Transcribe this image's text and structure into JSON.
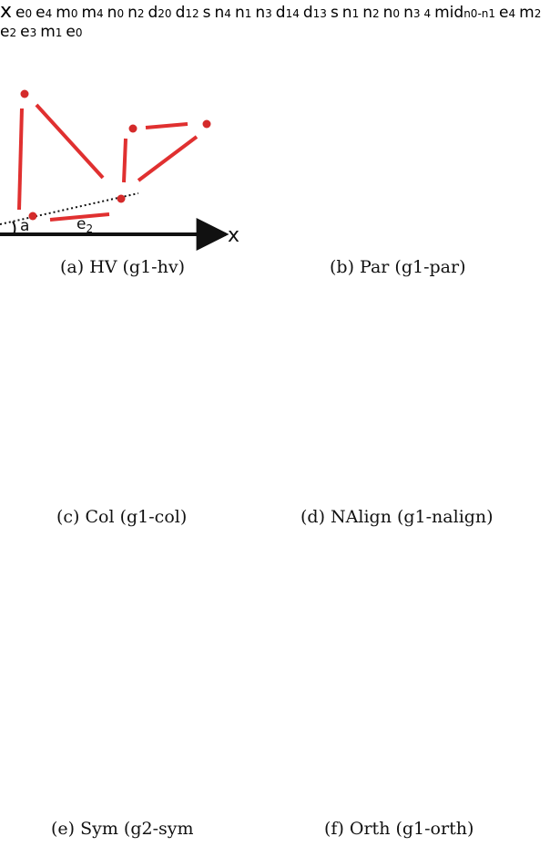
{
  "colors": {
    "edge": "#e03030",
    "node": "#d42a2a",
    "guide": "#111111",
    "caption": "#111111"
  },
  "panels": {
    "a": {
      "caption": "(a)  HV (g1-hv)",
      "axis_label": "x",
      "angle_label": "a",
      "edge_label": "e",
      "edge_sub": "2"
    },
    "b": {
      "caption": "(b)  Par (g1-par)",
      "axis_label": "x",
      "e0_label": "e",
      "e0_sub": "0",
      "e4_label": "e",
      "e4_sub": "4",
      "m0_label": "m",
      "m0_sub": "0",
      "m4_label": "m",
      "m4_sub": "4"
    },
    "c": {
      "caption": "(c)  Col (g1-col)",
      "n0_label": "n",
      "n0_sub": "0",
      "n2_label": "n",
      "n2_sub": "2",
      "d20_label": "d",
      "d20_sub": "20",
      "d12_label": "d",
      "d12_sub": "12",
      "s_label": "s"
    },
    "d": {
      "caption": "(d)  NAlign (g1-nalign)",
      "n4_label": "n",
      "n4_sub": "4",
      "n1_label": "n",
      "n1_sub": "1",
      "n3_label": "n",
      "n3_sub": "3",
      "d14_label": "d",
      "d14_sub": "14",
      "d13_label": "d",
      "d13_sub": "13",
      "s_label": "s"
    },
    "e": {
      "caption": "(e)  Sym (g2-sym",
      "n1_label": "n",
      "n1_sub": "1",
      "n2_label": "n",
      "n2_sub": "2",
      "n0_label": "n",
      "n0_sub": "0",
      "n3_label": "n",
      "n3_sub": "3",
      "n4_label": "4",
      "mid_label": "mid",
      "mid_sub": "n0-n1"
    },
    "f": {
      "caption": "(f)  Orth (g1-orth)",
      "e4_label": "e",
      "e4_sub": "4",
      "m2_label": "m",
      "m2_sub": "2",
      "e2_label": "e",
      "e2_sub": "2",
      "e3_label": "e",
      "e3_sub": "3",
      "m1_label": "m",
      "m1_sub": "1",
      "e0_label": "e",
      "e0_sub": "0"
    }
  }
}
